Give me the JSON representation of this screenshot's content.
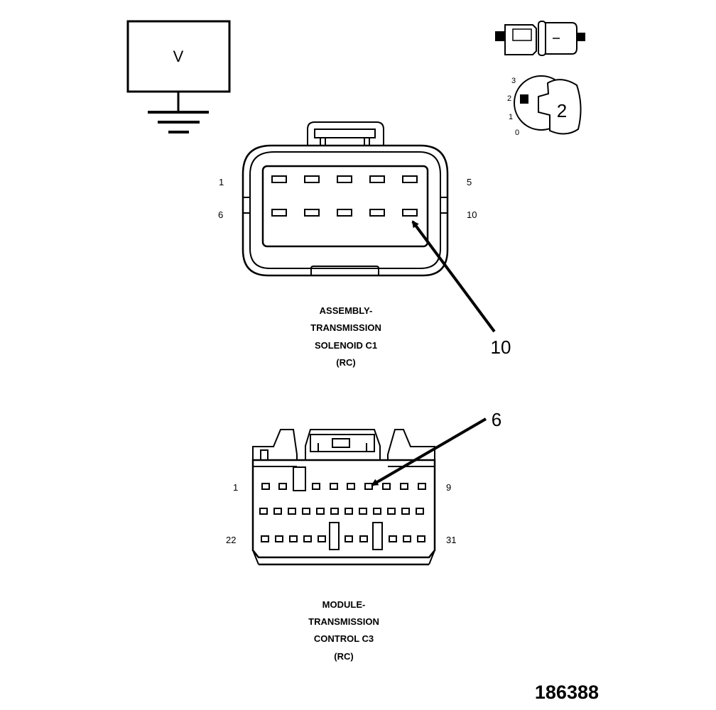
{
  "meter": {
    "symbol": "V"
  },
  "switch": {
    "positions": [
      "3",
      "2",
      "1",
      "0"
    ],
    "selected": "2"
  },
  "connector_c1": {
    "pin_labels": {
      "top_left": "1",
      "top_right": "5",
      "bottom_left": "6",
      "bottom_right": "10"
    },
    "caption": [
      "ASSEMBLY-",
      "TRANSMISSION",
      "SOLENOID C1",
      "(RC)"
    ],
    "callout": "10"
  },
  "connector_c3": {
    "pin_labels": {
      "top_left": "1",
      "top_right": "9",
      "bottom_left": "22",
      "bottom_right": "31"
    },
    "caption": [
      "MODULE-",
      "TRANSMISSION",
      "CONTROL C3",
      "(RC)"
    ],
    "callout": "6"
  },
  "figure_number": "186388"
}
